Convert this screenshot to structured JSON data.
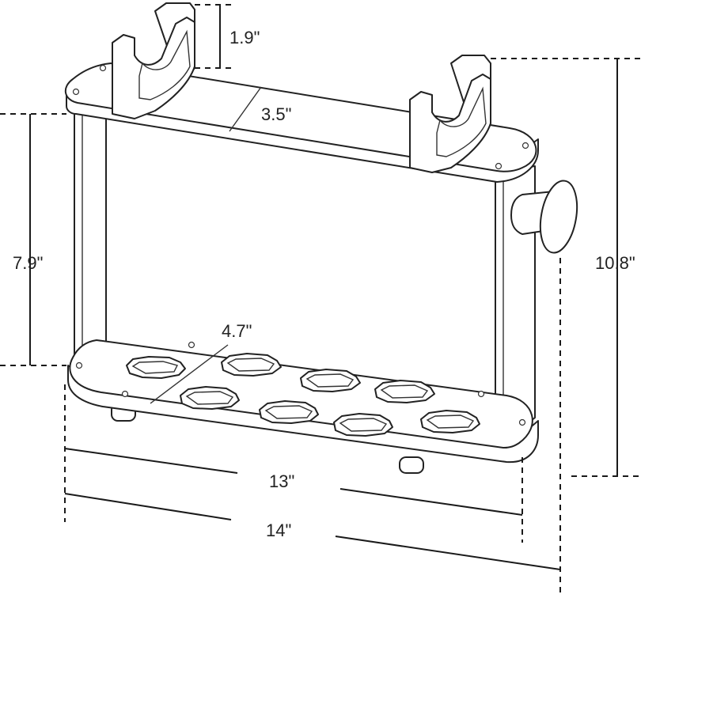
{
  "dimensions": {
    "cradle_height": "1.9\"",
    "top_width": "3.5\"",
    "post_height": "7.9\"",
    "total_height": "10.8\"",
    "base_width": "4.7\"",
    "inner_length": "13\"",
    "total_length": "14\""
  },
  "colors": {
    "line": "#222222",
    "background": "#ffffff"
  }
}
